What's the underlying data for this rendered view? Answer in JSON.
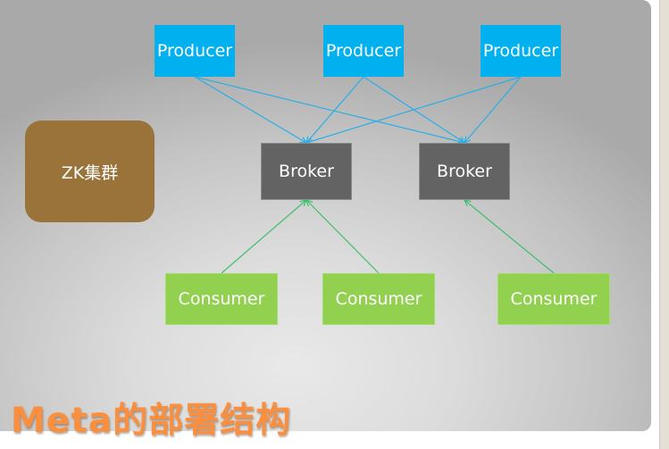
{
  "title": "Meta的部署结构",
  "colors": {
    "producer": "#00b0ef",
    "broker": "#636363",
    "consumer": "#92d050",
    "zk": "#9a733a",
    "producer_link": "#29aee6",
    "consumer_link": "#3cbf6e",
    "title": "#f98f3f"
  },
  "zk": {
    "label": "ZK集群"
  },
  "producers": [
    {
      "id": "p1",
      "label": "Producer"
    },
    {
      "id": "p2",
      "label": "Producer"
    },
    {
      "id": "p3",
      "label": "Producer"
    }
  ],
  "brokers": [
    {
      "id": "b1",
      "label": "Broker"
    },
    {
      "id": "b2",
      "label": "Broker"
    }
  ],
  "consumers": [
    {
      "id": "c1",
      "label": "Consumer"
    },
    {
      "id": "c2",
      "label": "Consumer"
    },
    {
      "id": "c3",
      "label": "Consumer"
    }
  ],
  "edges": [
    {
      "from": "p1",
      "to": "b1"
    },
    {
      "from": "p1",
      "to": "b2"
    },
    {
      "from": "p2",
      "to": "b1"
    },
    {
      "from": "p2",
      "to": "b2"
    },
    {
      "from": "p3",
      "to": "b1"
    },
    {
      "from": "p3",
      "to": "b2"
    },
    {
      "from": "c1",
      "to": "b1"
    },
    {
      "from": "c2",
      "to": "b1"
    },
    {
      "from": "c3",
      "to": "b2"
    }
  ]
}
